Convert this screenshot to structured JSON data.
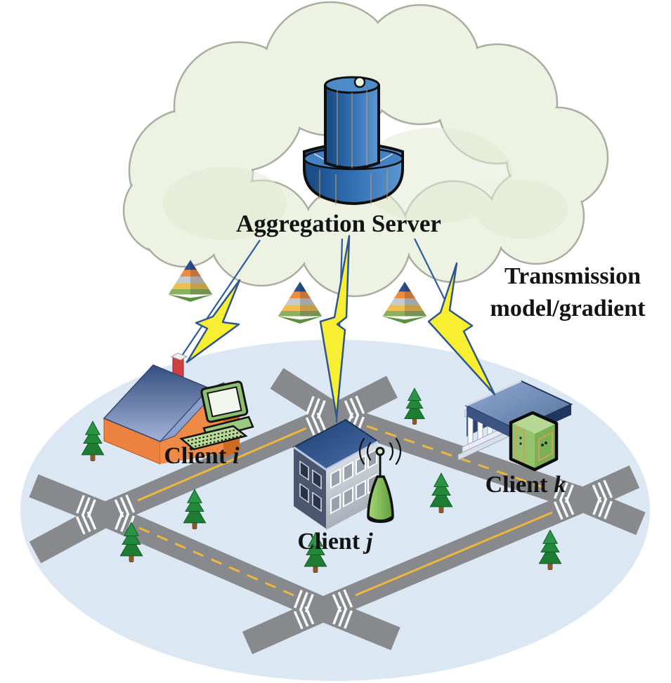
{
  "figure": {
    "type": "federated-learning-architecture-diagram",
    "server": {
      "label": "Aggregation Server",
      "icon": "server-tower-icon"
    },
    "annotation": {
      "line1": "Transmission",
      "line2": "model/gradient"
    },
    "clients": [
      {
        "word": "Client",
        "letter": "i",
        "icon": "house-with-computer-icon"
      },
      {
        "word": "Client",
        "letter": "j",
        "icon": "office-building-with-antenna-icon"
      },
      {
        "word": "Client",
        "letter": "k",
        "icon": "bank-with-safe-icon"
      }
    ],
    "decorations": {
      "model_pyramids": 3,
      "lightning_links": 3,
      "trees": 7,
      "road_intersections": 4
    },
    "colors": {
      "cloud_fill": "#edf2e2",
      "cloud_stroke": "#a9aea1",
      "server_blue": "#2f6cb0",
      "bolt_yellow": "#f8ef33",
      "bolt_outline": "#2f568e",
      "ground_blue": "#dbe7f3",
      "road_gray": "#87898d",
      "lane_yellow": "#edb73d",
      "tree_green": "#1e7d33",
      "house_orange": "#ef8a46",
      "roof_blue": "#44608f",
      "device_green": "#8cbf70",
      "safe_green": "#93c46c",
      "text_black": "#141414"
    }
  }
}
